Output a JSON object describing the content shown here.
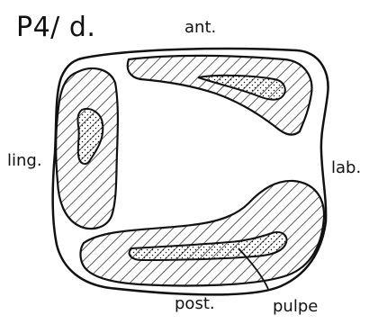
{
  "diagram": {
    "title": "P4/ d.",
    "labels": {
      "anterior": "ant.",
      "lingual": "ling.",
      "labial": "lab.",
      "posterior": "post.",
      "pulp": "pulpe"
    },
    "style": {
      "ink": "#111111",
      "paper": "#ffffff"
    }
  }
}
